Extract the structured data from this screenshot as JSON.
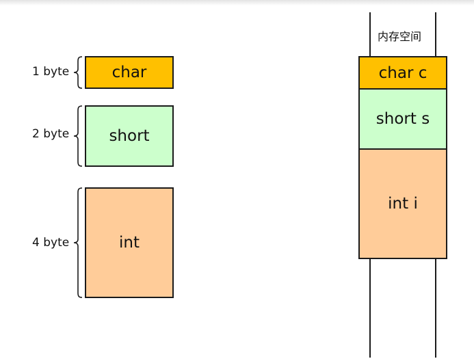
{
  "left": {
    "types": [
      {
        "size_label": "1 byte",
        "type_label": "char",
        "color": "#FFC000"
      },
      {
        "size_label": "2 byte",
        "type_label": "short",
        "color": "#CCFFCC"
      },
      {
        "size_label": "4 byte",
        "type_label": "int",
        "color": "#FFCC99"
      }
    ]
  },
  "right": {
    "memory_label": "内存空间",
    "cells": [
      {
        "label": "char c",
        "color": "#FFC000"
      },
      {
        "label": "short s",
        "color": "#CCFFCC"
      },
      {
        "label": "int i",
        "color": "#FFCC99"
      }
    ]
  },
  "colors": {
    "char": "#FFC000",
    "short": "#CCFFCC",
    "int": "#FFCC99",
    "outline": "#1a1a1a"
  }
}
